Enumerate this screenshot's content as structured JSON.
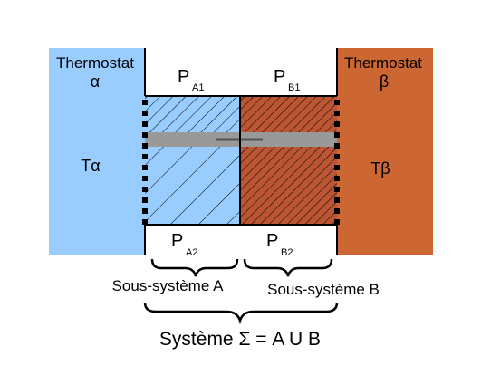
{
  "thermostat_alpha": {
    "title": "Thermostat",
    "symbol": "α",
    "temperature": "Tα",
    "color": "#99ccff"
  },
  "thermostat_beta": {
    "title": "Thermostat",
    "symbol": "β",
    "temperature": "Tβ",
    "color": "#cc6633"
  },
  "subsystem_a": {
    "color": "#99ccff",
    "pressure_top": {
      "main": "P",
      "sub": "A1"
    },
    "pressure_bottom": {
      "main": "P",
      "sub": "A2"
    },
    "label": "Sous-système A"
  },
  "subsystem_b": {
    "color": "#bb5533",
    "pressure_top": {
      "main": "P",
      "sub": "B1"
    },
    "pressure_bottom": {
      "main": "P",
      "sub": "B2"
    },
    "label": "Sous-système B"
  },
  "system": {
    "label": "Système Σ = A U B"
  },
  "colors": {
    "piston": "#999999",
    "rod": "#555555",
    "wall": "#000000"
  }
}
